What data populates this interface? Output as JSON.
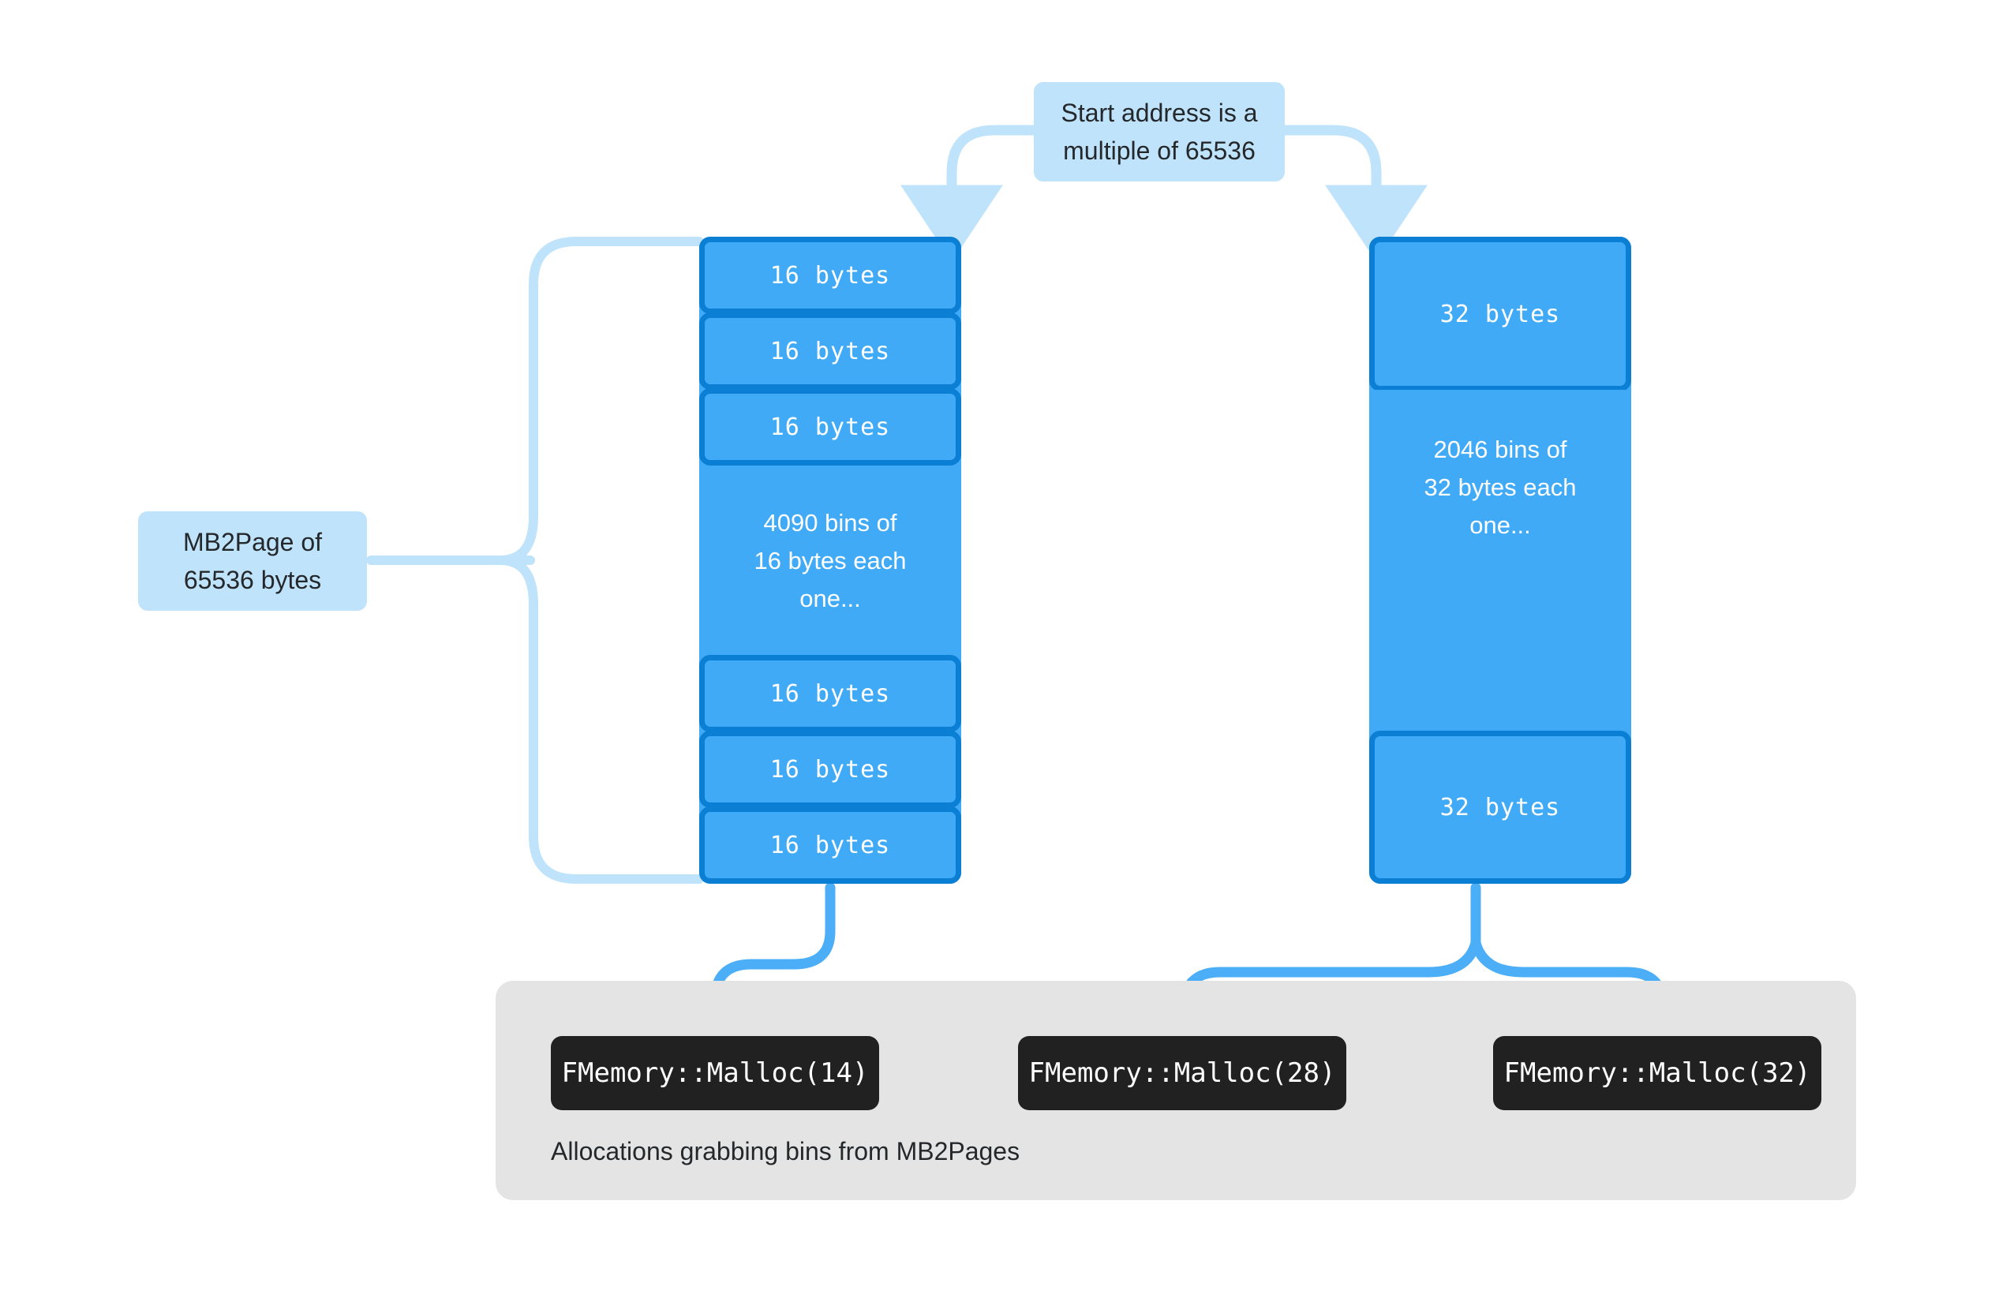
{
  "diagram": {
    "background_color": "#FFFFFF",
    "accent_blue": "#41AAF7",
    "accent_blue_dark": "#0B7FD4",
    "accent_blue_light": "#BFE3FB",
    "panel_gray": "#E4E4E4",
    "code_black": "#212121"
  },
  "callouts": {
    "start_address": "Start address is a\nmultiple of 65536",
    "mb2page": "MB2Page of\n65536 bytes"
  },
  "columns": [
    {
      "id": "left-page",
      "name": "mb2page-16-byte",
      "top_bins": [
        "16 bytes",
        "16 bytes",
        "16 bytes"
      ],
      "filler": "4090 bins of\n16 bytes each\none...",
      "bottom_bins": [
        "16 bytes",
        "16 bytes",
        "16 bytes"
      ]
    },
    {
      "id": "right-page",
      "name": "mb2page-32-byte",
      "top_bins": [
        "32 bytes"
      ],
      "filler": "2046 bins of\n32 bytes each\none...",
      "bottom_bins": [
        "32 bytes"
      ]
    }
  ],
  "panel": {
    "caption": "Allocations grabbing bins from MB2Pages",
    "calls": [
      "FMemory::Malloc(14)",
      "FMemory::Malloc(28)",
      "FMemory::Malloc(32)"
    ]
  },
  "connectors": {
    "start_address_left_arrow": "arrow-down-to-left-page",
    "start_address_right_arrow": "arrow-down-to-right-page",
    "mb2page_brace": "curly-brace-left",
    "left_page_to_malloc14": "arrow-curve-down-left",
    "right_page_to_malloc28": "arrow-fork-down-left",
    "right_page_to_malloc32": "arrow-fork-down-right"
  }
}
